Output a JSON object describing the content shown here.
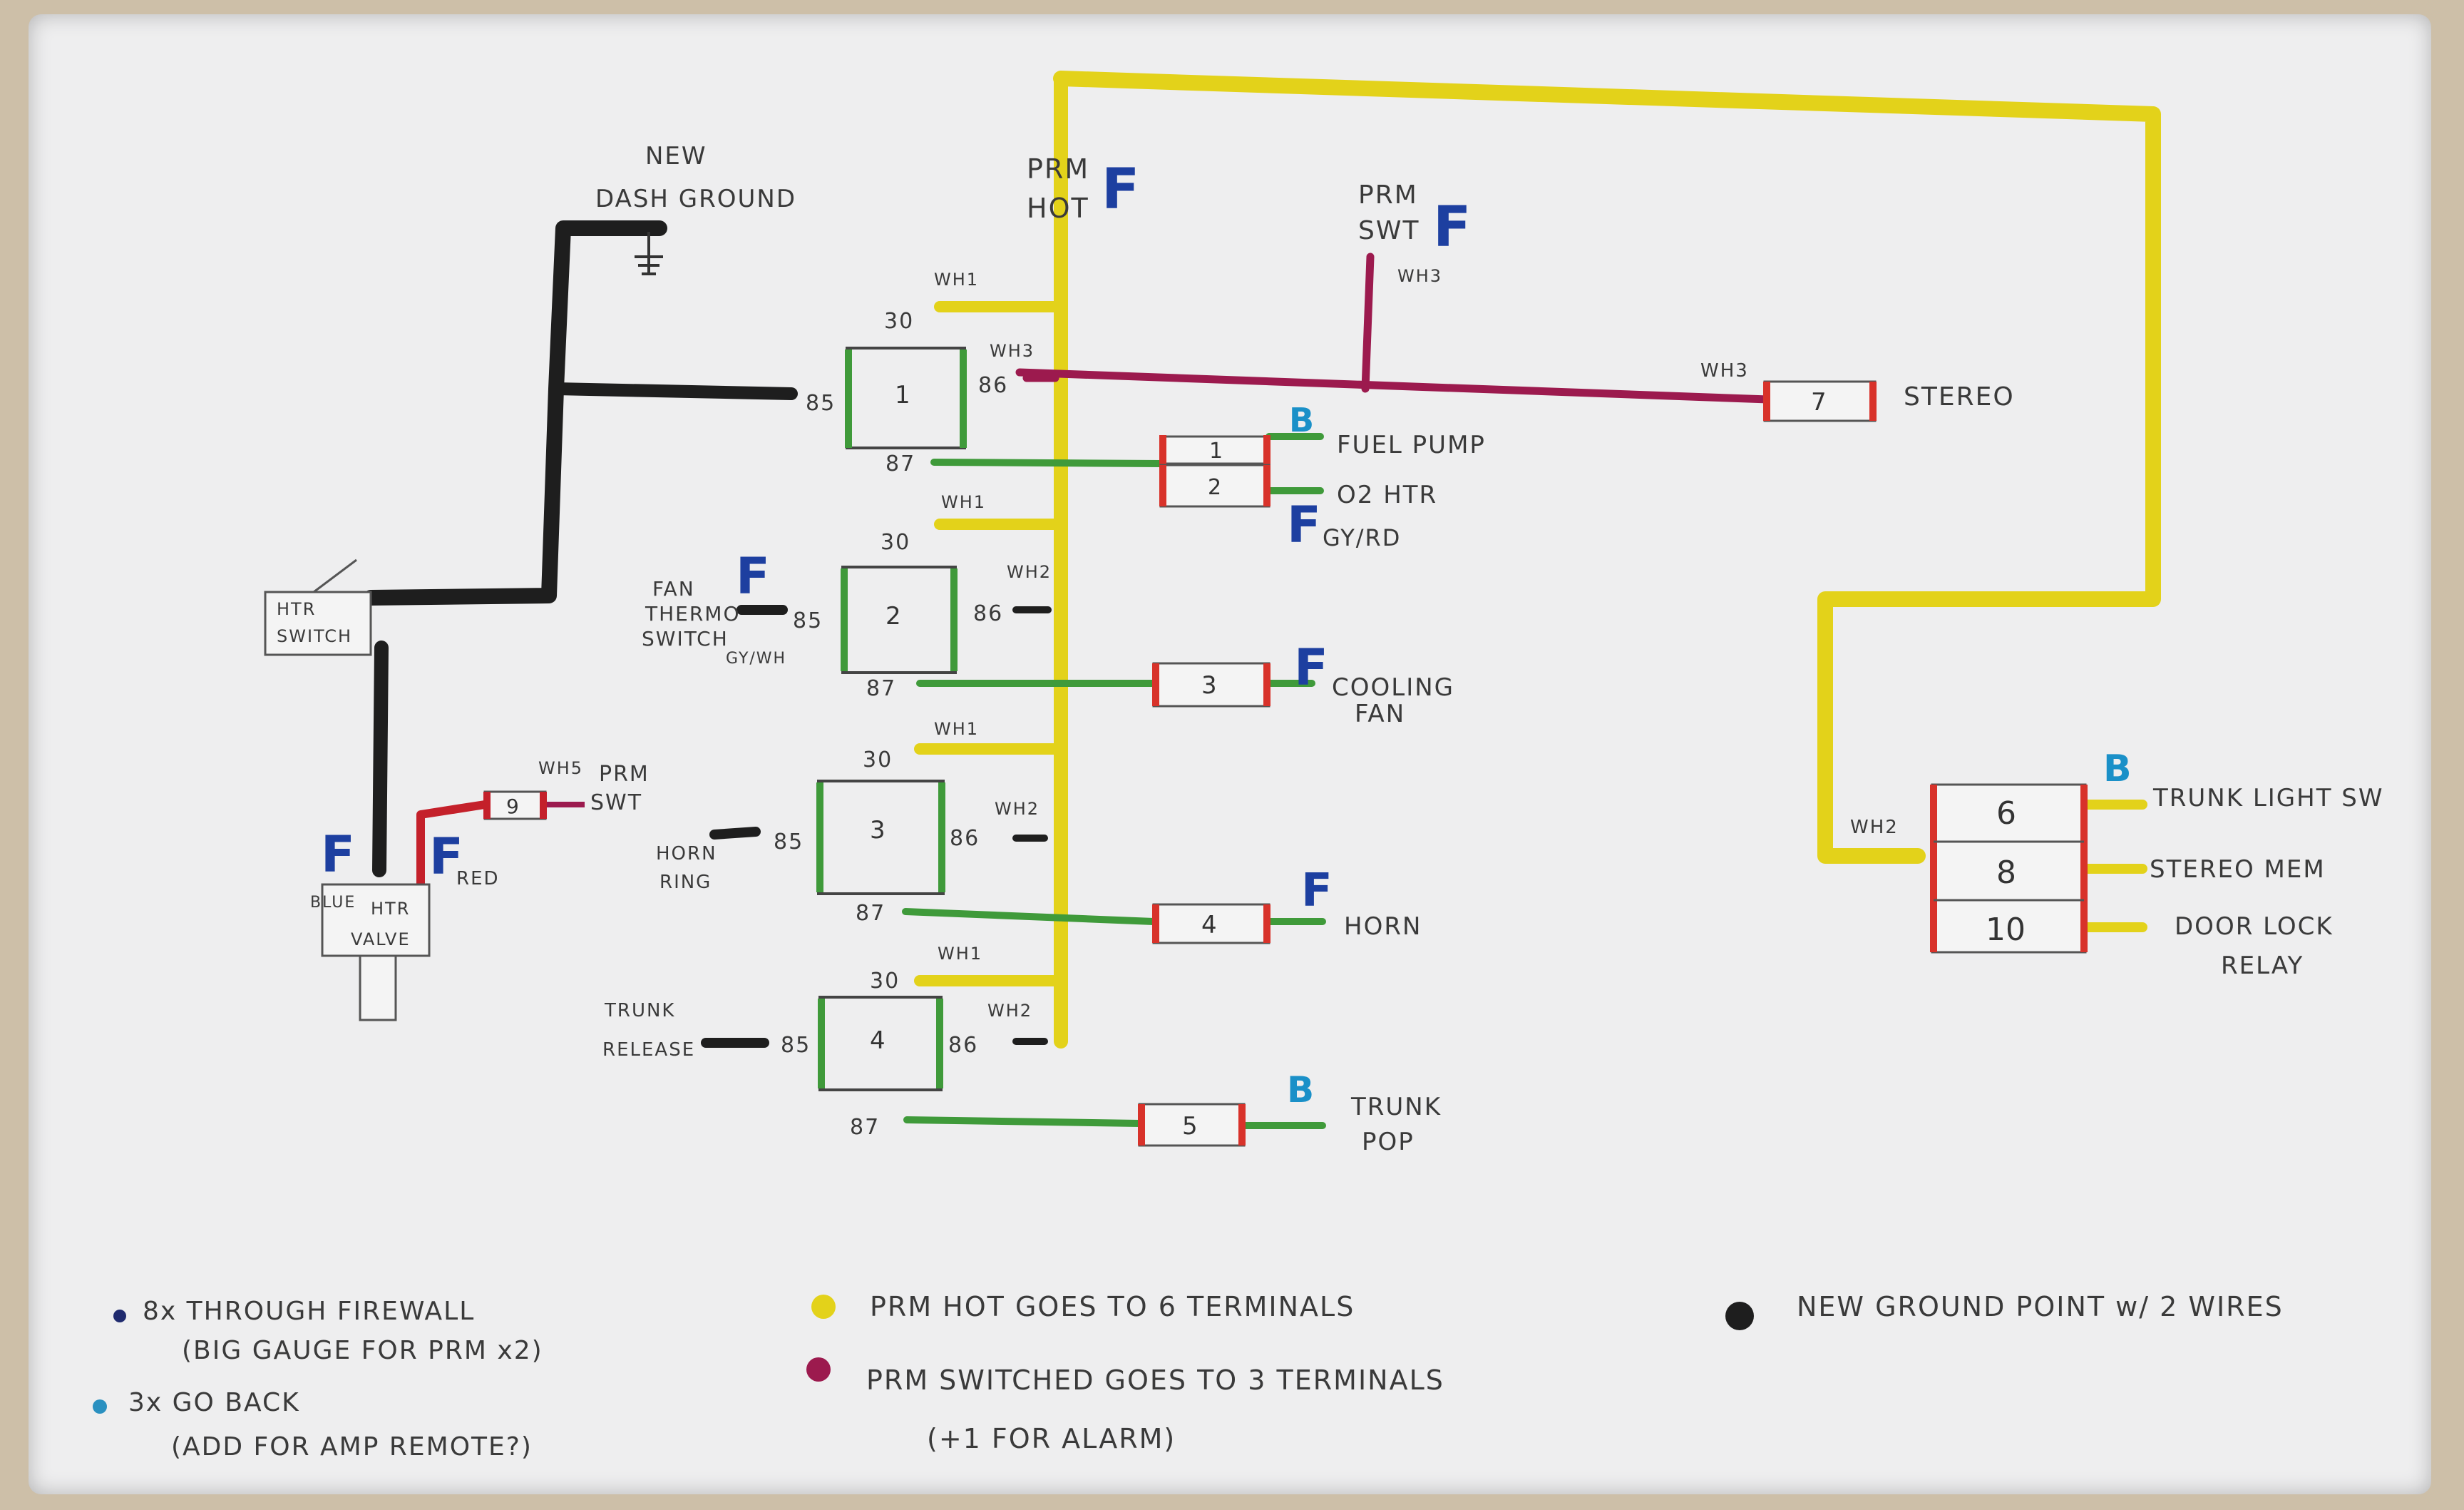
{
  "colors": {
    "prm_hot": "#e3d21a",
    "prm_switched": "#9c1a4e",
    "ground": "#1e1e1e",
    "relay_output": "#3f9a3a",
    "fuse_red": "#d8322a",
    "red_wire": "#c4202a",
    "ink_blue_f": "#1d3fa0",
    "ink_cyan_b": "#1a90c8"
  },
  "labels": {
    "new_dash_ground_1": "NEW",
    "new_dash_ground_2": "DASH GROUND",
    "prm_hot_1": "PRM",
    "prm_hot_2": "HOT",
    "prm_swt_1": "PRM",
    "prm_swt_2": "SWT",
    "wh1_a": "WH1",
    "wh3_a": "WH3",
    "wh3_b": "WH3",
    "wh3_c": "WH3",
    "wh1_b": "WH1",
    "wh2_a": "WH2",
    "wh1_c": "WH1",
    "wh2_b": "WH2",
    "wh1_d": "WH1",
    "wh2_c": "WH2",
    "wh2_d": "WH2",
    "wh5": "WH5",
    "stereo": "STEREO",
    "fuel_pump": "FUEL PUMP",
    "o2_htr": "O2 HTR",
    "gy_rd": "GY/RD",
    "cooling": "COOLING",
    "fan": "FAN",
    "horn": "HORN",
    "trunk_pop_1": "TRUNK",
    "trunk_pop_2": "POP",
    "htr_switch_1": "HTR",
    "htr_switch_2": "SWITCH",
    "htr_valve_1": "HTR",
    "htr_valve_2": "VALVE",
    "fan_thermo_1": "FAN",
    "fan_thermo_2": "THERMO",
    "fan_thermo_3": "SWITCH",
    "gy_wh": "GY/WH",
    "horn_ring_1": "HORN",
    "horn_ring_2": "RING",
    "trunk_release_1": "TRUNK",
    "trunk_release_2": "RELEASE",
    "blue": "BLUE",
    "red": "RED",
    "prm_swt_small_1": "PRM",
    "prm_swt_small_2": "SWT",
    "trunk_light_sw": "TRUNK LIGHT SW",
    "stereo_mem": "STEREO MEM",
    "door_lock_1": "DOOR LOCK",
    "door_lock_2": "RELAY",
    "F": "F",
    "B": "B"
  },
  "relays": [
    {
      "num": "1",
      "t30": "30",
      "t85": "85",
      "t86": "86",
      "t87": "87"
    },
    {
      "num": "2",
      "t30": "30",
      "t85": "85",
      "t86": "86",
      "t87": "87"
    },
    {
      "num": "3",
      "t30": "30",
      "t85": "85",
      "t86": "86",
      "t87": "87"
    },
    {
      "num": "4",
      "t30": "30",
      "t85": "85",
      "t86": "86",
      "t87": "87"
    }
  ],
  "fuses": [
    "1",
    "2",
    "3",
    "4",
    "5",
    "7",
    "9"
  ],
  "fuse_block": [
    "6",
    "8",
    "10"
  ],
  "legend": {
    "item1_line1": "8x THROUGH FIREWALL",
    "item1_line2": "(BIG GAUGE FOR PRM x2)",
    "item2_line1": "3x GO BACK",
    "item2_line2": "(ADD FOR AMP REMOTE?)",
    "item3": "PRM HOT GOES TO 6 TERMINALS",
    "item4_line1": "PRM SWITCHED GOES TO 3 TERMINALS",
    "item4_line2": "(+1 FOR ALARM)",
    "item5": "NEW GROUND POINT w/ 2 WIRES",
    "dot_navy": "#1f2a6e",
    "dot_cyan": "#2a90c0",
    "dot_yellow": "#e3d21a",
    "dot_magenta": "#9c1a4e",
    "dot_black": "#1e1e1e"
  }
}
